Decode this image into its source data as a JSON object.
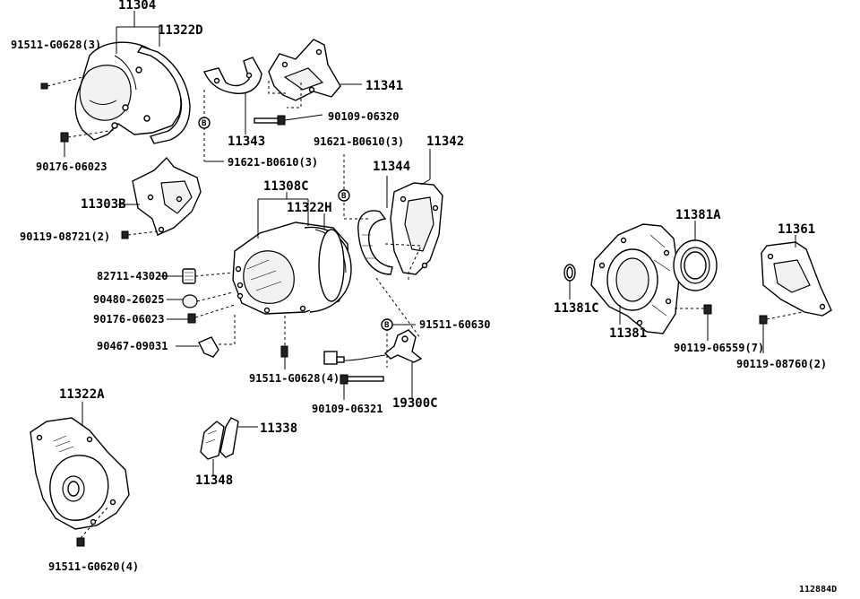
{
  "diagram": {
    "drawing_code": "112884D",
    "labels": {
      "l11304": "11304",
      "l11322D": "11322D",
      "l91511_G0628_3": "91511-G0628(3)",
      "l90176_06023_a": "90176-06023",
      "l11343": "11343",
      "l11341": "11341",
      "l90109_06320": "90109-06320",
      "l91621_B0610_3_a": "91621-B0610(3)",
      "l91621_B0610_3_b": "91621-B0610(3)",
      "l11342": "11342",
      "l11344": "11344",
      "l11303B": "11303B",
      "l90119_08721_2": "90119-08721(2)",
      "l11308C": "11308C",
      "l11322H": "11322H",
      "l82711_43020": "82711-43020",
      "l90480_26025": "90480-26025",
      "l90176_06023_b": "90176-06023",
      "l90467_09031": "90467-09031",
      "l91511_G0628_4": "91511-G0628(4)",
      "l90109_06321": "90109-06321",
      "l19300C": "19300C",
      "l91511_60630": "91511-60630",
      "l11322A": "11322A",
      "l91511_G0620_4": "91511-G0620(4)",
      "l11338": "11338",
      "l11348": "11348",
      "l11381A": "11381A",
      "l11361": "11361",
      "l11381C": "11381C",
      "l11381": "11381",
      "l90119_06559_7": "90119-06559(7)",
      "l90119_08760_2": "90119-08760(2)"
    },
    "circle_marker": "B"
  }
}
